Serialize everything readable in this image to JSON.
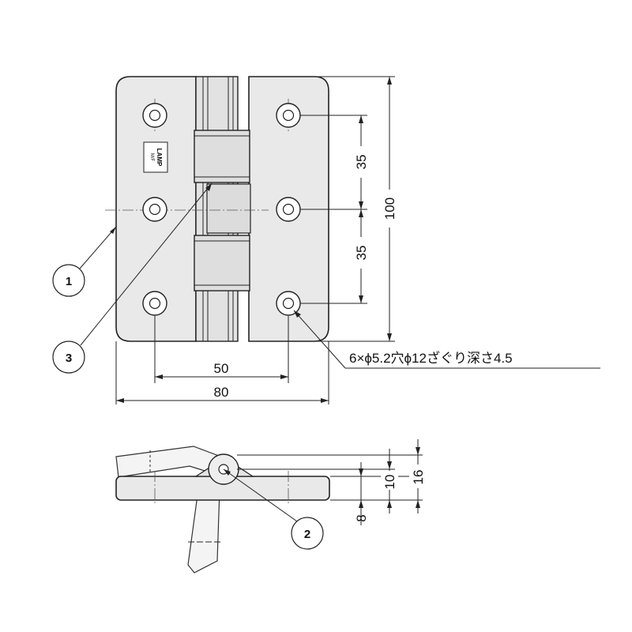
{
  "dimensions": {
    "hole_pitch_upper": "35",
    "hole_pitch_lower": "35",
    "overall_height": "100",
    "hole_spacing_horizontal": "50",
    "overall_width": "80",
    "thickness_leaf": "8",
    "thickness_knuckle_offset": "10",
    "thickness_total": "16"
  },
  "hole_note": "6×ϕ5.2穴ϕ12ざぐり深さ4.5",
  "callouts": [
    "1",
    "2",
    "3"
  ],
  "logo": {
    "text": "LAMP",
    "sub": "M/F"
  },
  "colors": {
    "line": "#222222",
    "fill": "#e9e9e9"
  }
}
